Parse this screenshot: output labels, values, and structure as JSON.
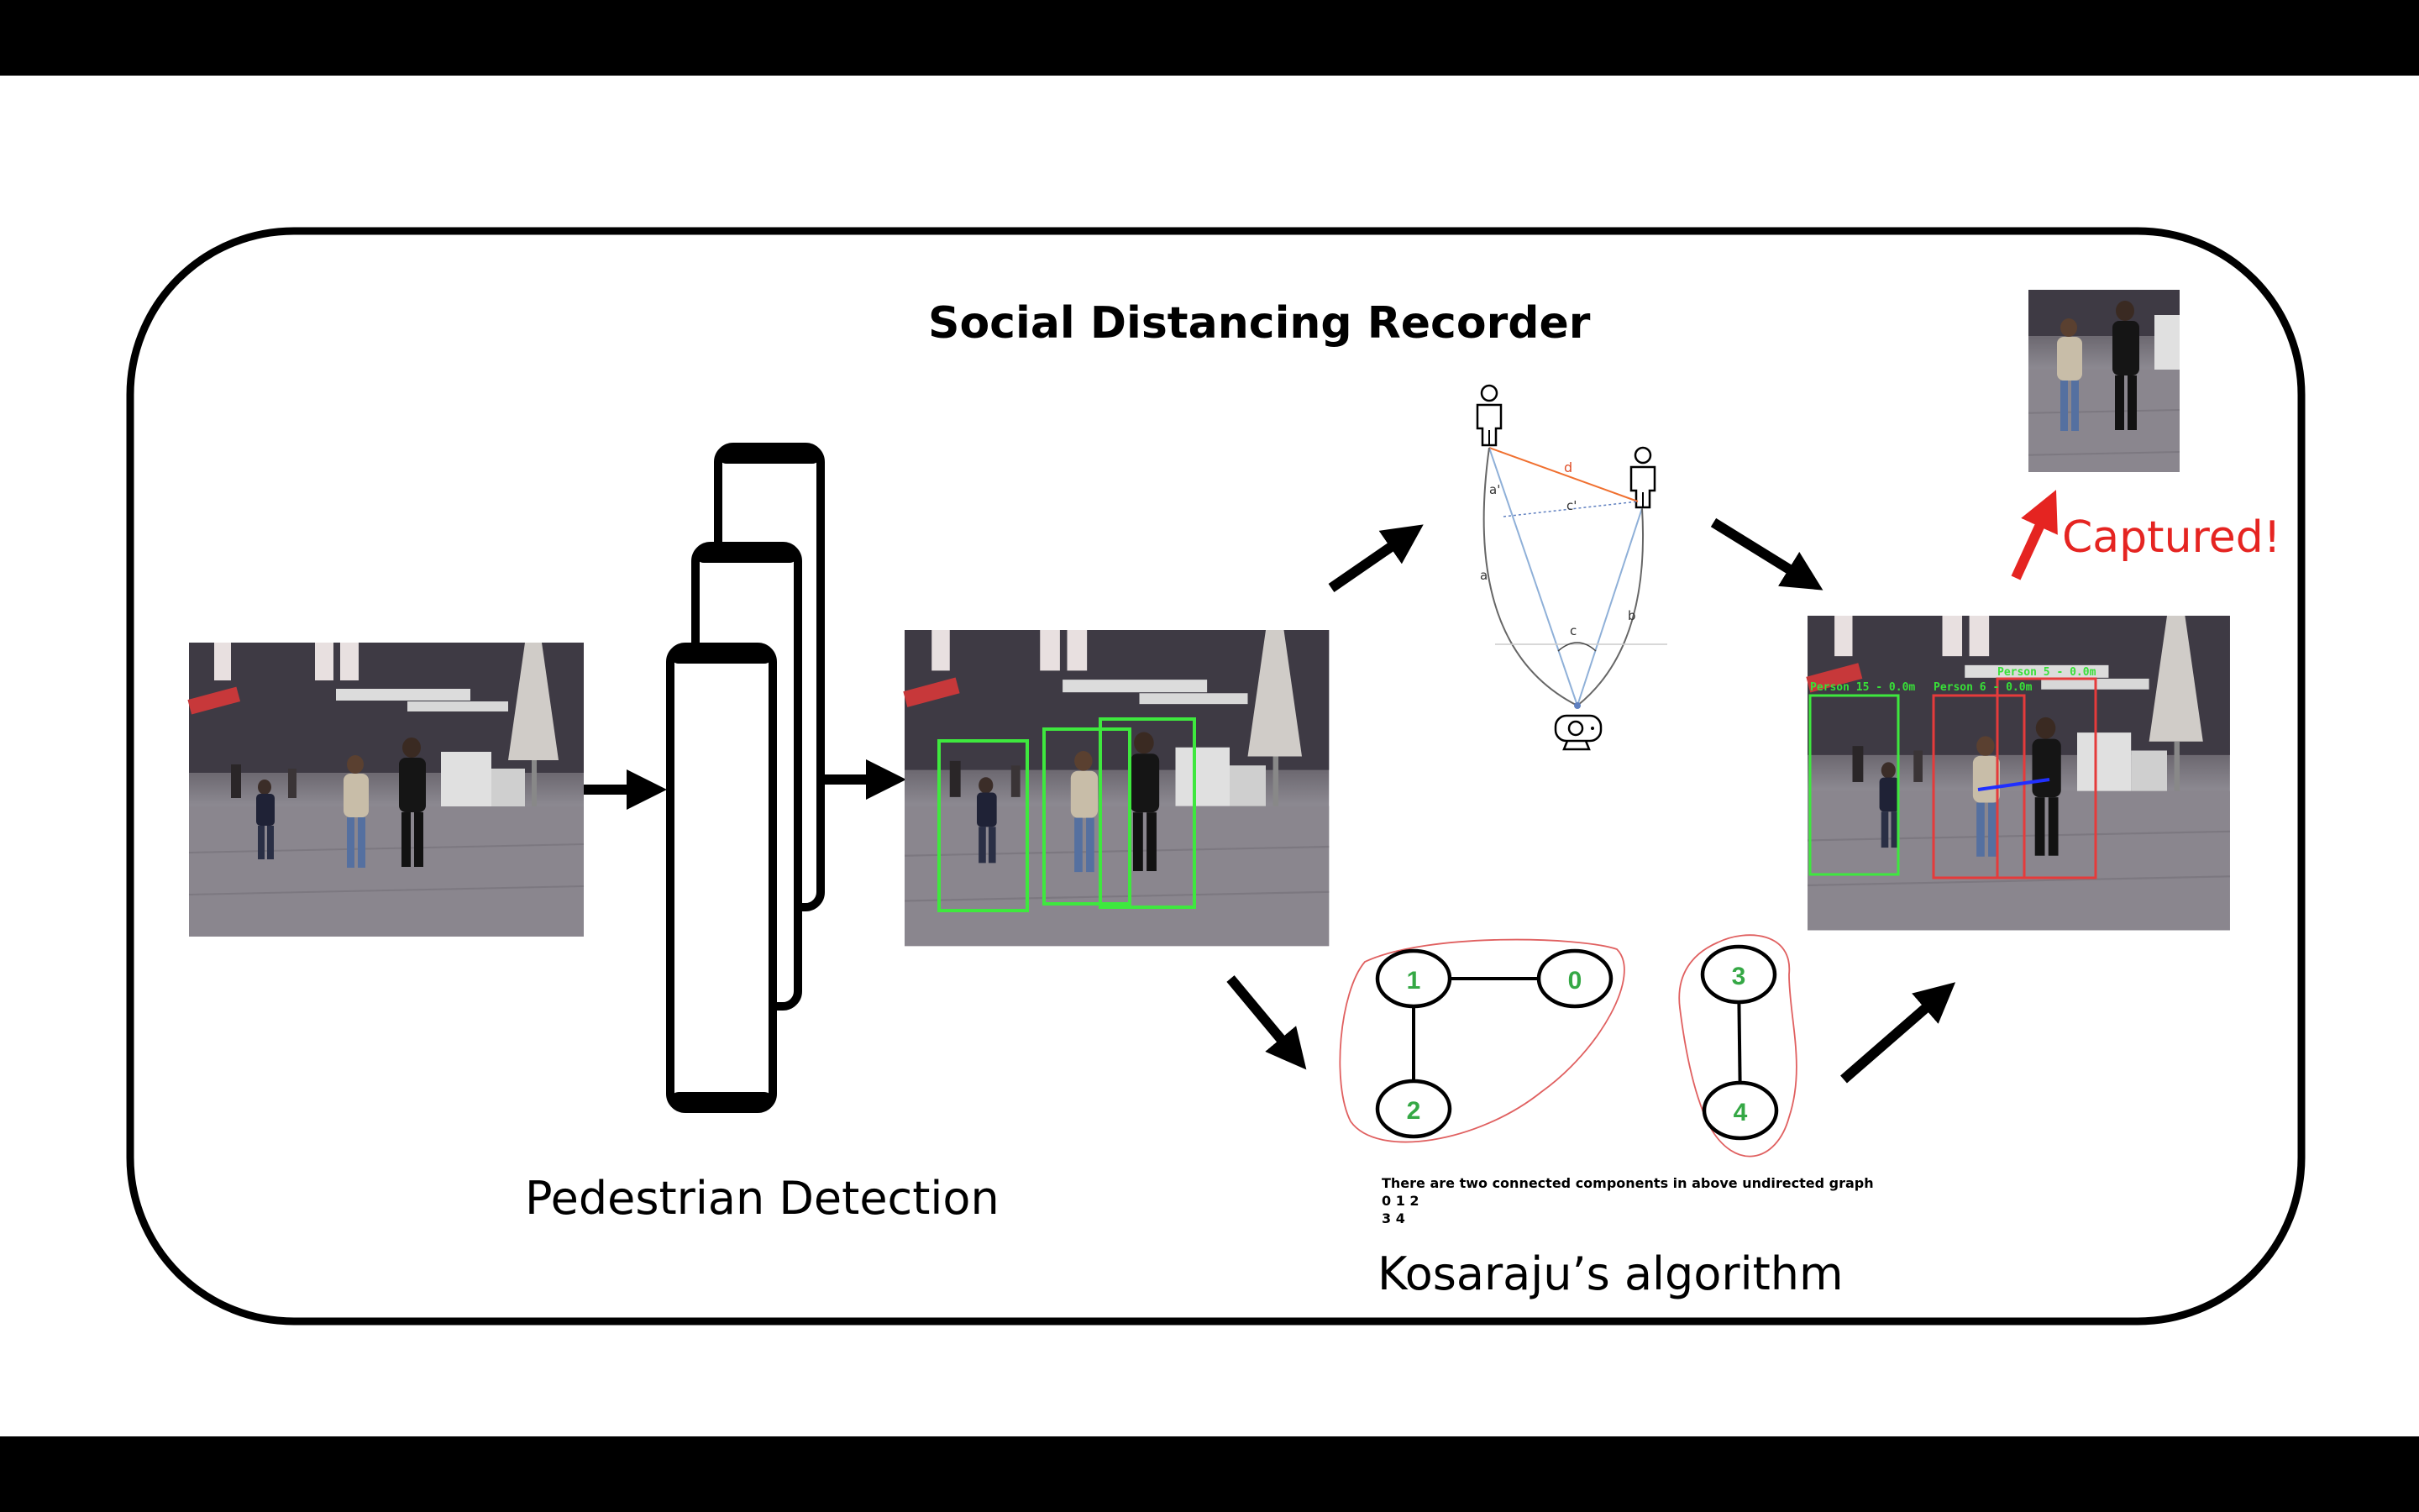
{
  "title": "Social Distancing Recorder",
  "stages": {
    "detection_label": "Pedestrian Detection",
    "graph_label": "Kosaraju’s algorithm",
    "captured_label": "Captured!"
  },
  "geometry_diagram": {
    "labels": [
      "d",
      "a'",
      "c'",
      "a",
      "c",
      "b"
    ]
  },
  "graph": {
    "nodes": [
      "1",
      "0",
      "2",
      "3",
      "4"
    ],
    "caption_lines": [
      "There are two connected components in above undirected graph",
      "0 1 2",
      "3 4"
    ]
  },
  "result_image": {
    "box_labels": [
      "Person 15 - 0.0m",
      "Person 6 - 0.0m",
      "Person 5 - 0.0m"
    ]
  },
  "colors": {
    "detection_box": "#3ee83e",
    "violation_box": "#e53b3b",
    "captured_text": "#e52421",
    "graph_node_text": "#35a845",
    "component_outline": "#e06060"
  }
}
